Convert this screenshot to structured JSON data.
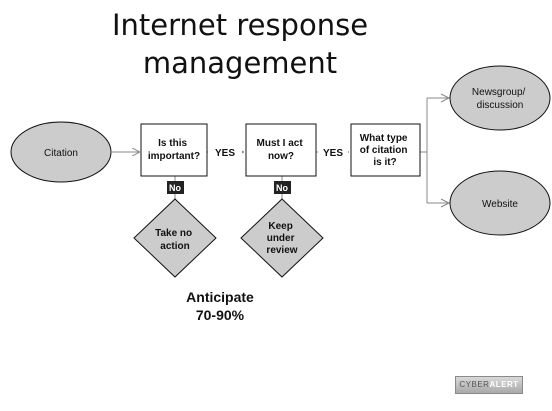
{
  "title": {
    "line1": "Internet response",
    "line2": "management"
  },
  "nodes": {
    "citation": "Citation",
    "important": [
      "Is this",
      "important?"
    ],
    "act_now": [
      "Must I act",
      "now?"
    ],
    "type": [
      "What type",
      "of citation",
      "is it?"
    ],
    "newsgroup": [
      "Newsgroup/",
      "discussion"
    ],
    "website": "Website",
    "take_no_action": [
      "Take no",
      "action"
    ],
    "keep_review": [
      "Keep",
      "under",
      "review"
    ]
  },
  "edges": {
    "yes1": "YES",
    "yes2": "YES",
    "no1": "No",
    "no2": "No"
  },
  "anticipate": {
    "line1": "Anticipate",
    "line2": "70-90%"
  },
  "logo": {
    "part1": "CYBER",
    "part2": "ALERT"
  },
  "colors": {
    "shape_fill": "#cccccc",
    "box_fill": "#ffffff",
    "no_label_bg": "#222222",
    "connector": "#888888"
  }
}
